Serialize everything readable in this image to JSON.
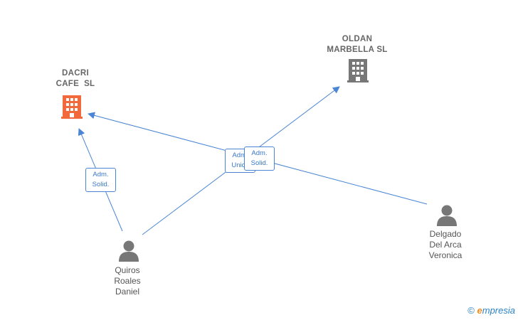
{
  "nodes": {
    "dacri": {
      "name_line1": "DACRI",
      "name_line2": "CAFE  SL",
      "color": "#f26a3c",
      "icon": "building-icon"
    },
    "oldan": {
      "name_line1": "OLDAN",
      "name_line2": "MARBELLA SL",
      "color": "#777777",
      "icon": "building-icon"
    },
    "quiros": {
      "line1": "Quiros",
      "line2": "Roales",
      "line3": "Daniel",
      "color": "#777777",
      "icon": "person-icon"
    },
    "delgado": {
      "line1": "Delgado",
      "line2": "Del Arca",
      "line3": "Veronica",
      "color": "#777777",
      "icon": "person-icon"
    }
  },
  "edges": {
    "quiros_dacri": {
      "line1": "Adm.",
      "line2": "Solid."
    },
    "quiros_oldan": {
      "line1": "Adm.",
      "line2": "Unico"
    },
    "delgado_dacri": {
      "line1": "Adm.",
      "line2": "Solid."
    }
  },
  "edge_color": "#4a86d4",
  "watermark": {
    "symbol": "©",
    "brand_first": "e",
    "brand_rest": "mpresia"
  }
}
